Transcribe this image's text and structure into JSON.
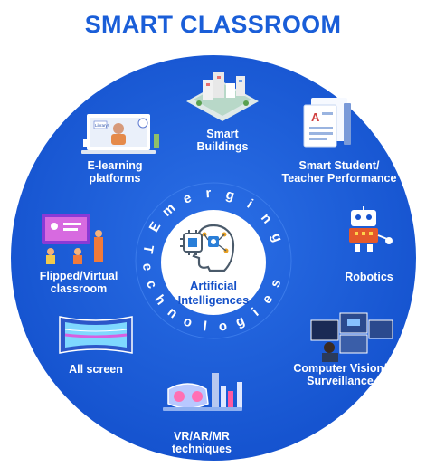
{
  "title": "SMART CLASSROOM",
  "center": {
    "lines": [
      "Artificial",
      "Intelligences"
    ],
    "ring_text": "Emerging Technologies"
  },
  "icons": {
    "laptop_badge": "Library!"
  },
  "items": [
    {
      "id": "smart-buildings",
      "lines": [
        "Smart",
        "Buildings"
      ],
      "icon": "buildings-icon"
    },
    {
      "id": "smart-student",
      "lines": [
        "Smart Student/",
        "Teacher Performance"
      ],
      "icon": "document-icon"
    },
    {
      "id": "robotics",
      "lines": [
        "Robotics"
      ],
      "icon": "robot-icon"
    },
    {
      "id": "computer-vision",
      "lines": [
        "Computer Vision/",
        "Surveillance"
      ],
      "icon": "monitors-icon"
    },
    {
      "id": "vr-ar-mr",
      "lines": [
        "VR/AR/MR",
        "techniques"
      ],
      "icon": "vr-headset-icon"
    },
    {
      "id": "all-screen",
      "lines": [
        "All screen"
      ],
      "icon": "curved-screen-icon"
    },
    {
      "id": "flipped-virtual",
      "lines": [
        "Flipped/Virtual",
        "classroom"
      ],
      "icon": "classroom-icon"
    },
    {
      "id": "e-learning",
      "lines": [
        "E-learning",
        "platforms"
      ],
      "icon": "laptop-teacher-icon"
    }
  ],
  "colors": {
    "title": "#1a5ed8",
    "circle": "#1f5fd8",
    "center_fill": "#ffffff",
    "center_text": "#1450c8"
  }
}
